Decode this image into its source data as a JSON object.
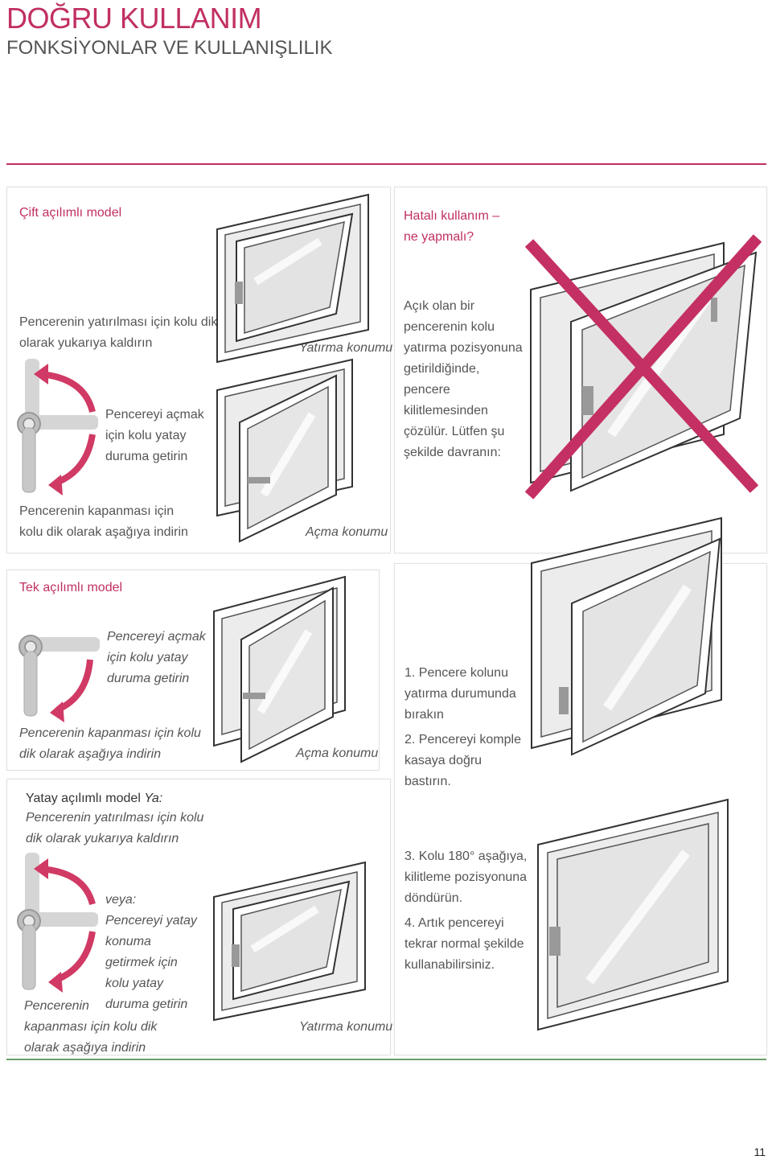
{
  "header": {
    "title": "DOĞRU KULLANIM",
    "subtitle": "FONKSİYONLAR VE KULLANIŞLILIK"
  },
  "double_model": {
    "heading": "Çift açılımlı model",
    "tilt_instruction": [
      "Pencerenin yatırılması için kolu dik",
      "olarak yukarıya kaldırın"
    ],
    "open_instruction": [
      "Pencereyi açmak",
      "için kolu yatay",
      "duruma getirin"
    ],
    "close_instruction": [
      "Pencerenin kapanması için",
      "kolu dik olarak aşağıya indirin"
    ],
    "tilt_label": "Yatırma konumu",
    "open_label": "Açma konumu"
  },
  "wrong_use": {
    "heading": [
      "Hatalı kullanım –",
      "ne yapmalı?"
    ],
    "description": [
      "Açık olan bir",
      "pencerenin kolu",
      "yatırma pozisyonuna",
      "getirildiğinde,",
      "pencere",
      "kilitlemesinden",
      "çözülür. Lütfen şu",
      "şekilde davranın:"
    ],
    "x_color": "#c43063"
  },
  "single_model": {
    "heading": "Tek açılımlı model",
    "open_instruction": [
      "Pencereyi açmak",
      "için kolu yatay",
      "duruma getirin"
    ],
    "close_instruction": [
      "Pencerenin kapanması için kolu",
      "dik olarak aşağıya indirin"
    ],
    "open_label": "Açma konumu"
  },
  "horizontal_model": {
    "heading_normal": "Yatay açılımlı model",
    "heading_italic": "Ya:",
    "tilt_instruction": [
      "Pencerenin yatırılması için kolu",
      "dik olarak yukarıya kaldırın"
    ],
    "or_instruction": [
      "veya:",
      "Pencereyi yatay",
      "konuma",
      "getirmek için",
      "kolu yatay",
      "duruma getirin"
    ],
    "close_instruction": [
      "Pencerenin",
      "kapanması için kolu dik",
      "olarak aşağıya indirin"
    ],
    "tilt_label": "Yatırma konumu"
  },
  "steps": [
    [
      "1.  Pencere kolunu",
      "yatırma durumunda",
      "bırakın"
    ],
    [
      "2.  Pencereyi komple",
      "kasaya doğru",
      "bastırın."
    ],
    [
      "3.  Kolu 180°  aşağıya,",
      "kilitleme pozisyonuna",
      "döndürün."
    ],
    [
      "4.  Artık pencereyi",
      "tekrar normal şekilde",
      "kullanabilirsiniz."
    ]
  ],
  "page_number": "11",
  "colors": {
    "accent": "#c12f63",
    "bottom_rule": "#6aa06b",
    "arrow": "#d03a64",
    "handle": "#c9c9c9"
  }
}
